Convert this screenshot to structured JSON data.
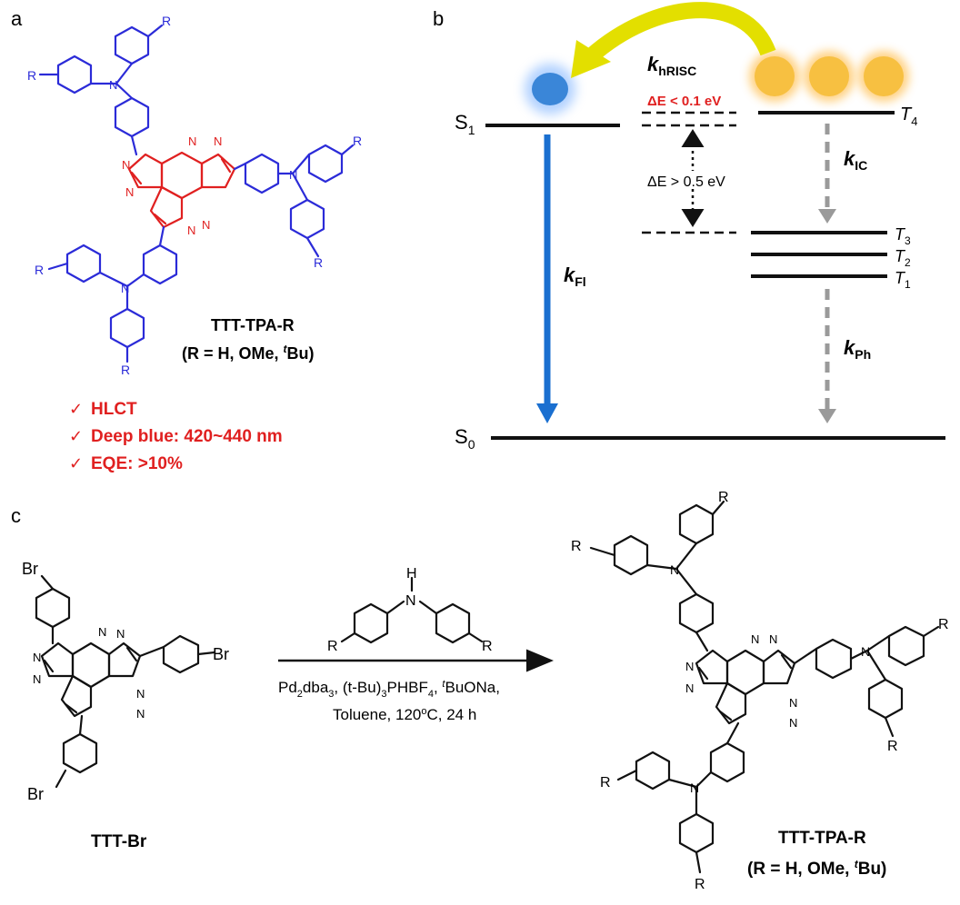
{
  "panels": {
    "a": "a",
    "b": "b",
    "c": "c"
  },
  "panel_a": {
    "compound_name": "TTT-TPA-R",
    "r_groups": "(R = H, OMe, ",
    "r_tbu_sup": "t",
    "r_tbu_rest": "Bu)",
    "r_atom": "R",
    "n_atom": "N",
    "features": [
      "HLCT",
      "Deep blue: 420~440 nm",
      "EQE: >10%"
    ],
    "check_glyph": "✓"
  },
  "panel_b": {
    "s1": "S",
    "s1_sub": "1",
    "s0": "S",
    "s0_sub": "0",
    "t4": "T",
    "t4_sub": "4",
    "t3": "T",
    "t3_sub": "3",
    "t2": "T",
    "t2_sub": "2",
    "t1": "T",
    "t1_sub": "1",
    "k": "k",
    "k_hrisc_sub": "hRISC",
    "k_ic_sub": "IC",
    "k_fl_sub": "Fl",
    "k_ph_sub": "Ph",
    "delta_e_small": "ΔE < 0.1 eV",
    "delta_e_large": "ΔE > 0.5 eV",
    "colors": {
      "singlet": "#1a6fd0",
      "triplet": "#f5b12a",
      "arrow_yellow": "#e8e000",
      "dash_gray": "#9a9a9a",
      "accent_red": "#e02020"
    }
  },
  "panel_c": {
    "reactant": "TTT-Br",
    "br": "Br",
    "amine_h": "H",
    "amine_n": "N",
    "r_atom": "R",
    "n_atom": "N",
    "cond_line1_parts": [
      "Pd",
      "2",
      "dba",
      "3",
      ", (t-Bu)",
      "3",
      "PHBF",
      "4",
      ", ",
      "t",
      "BuONa,"
    ],
    "cond_line2": "Toluene, 120",
    "cond_line2_sup": "o",
    "cond_line2_rest": "C, 24 h",
    "product_name": "TTT-TPA-R",
    "product_r": "(R = H, OMe, ",
    "product_r_sup": "t",
    "product_r_rest": "Bu)"
  }
}
